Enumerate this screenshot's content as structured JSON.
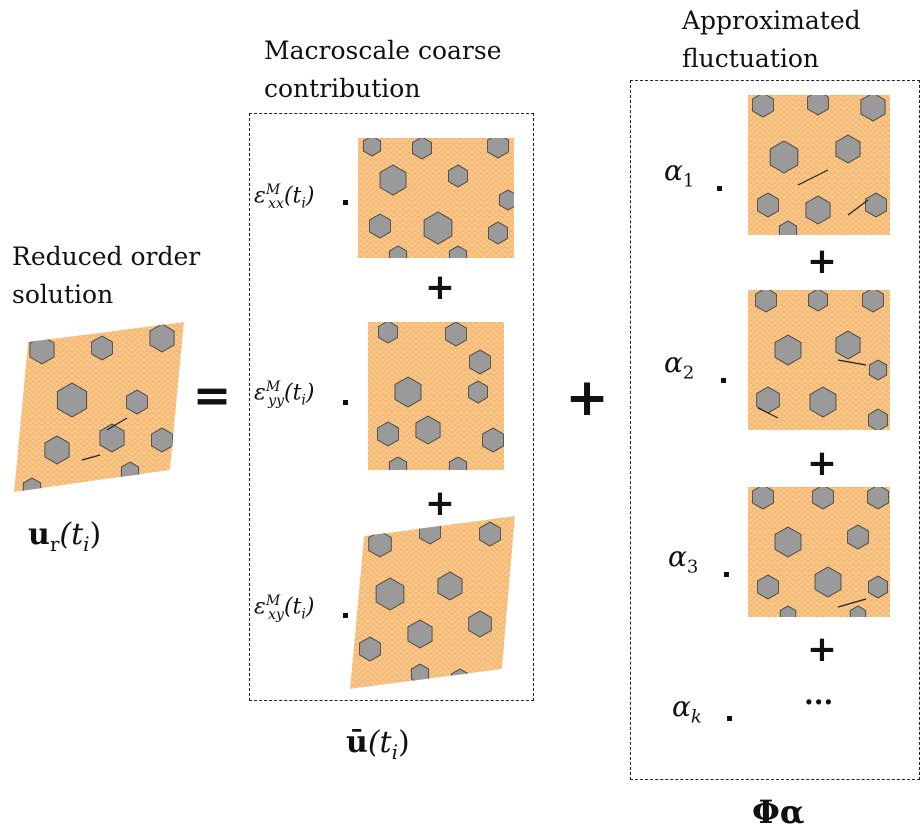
{
  "reduced": {
    "caption_line1": "Reduced order",
    "caption_line2": "solution",
    "symbol": "u",
    "symbol_sub": "r",
    "symbol_arg": "(t",
    "symbol_arg_sub": "i",
    "symbol_close": ")"
  },
  "macro": {
    "caption_line1": "Macroscale coarse",
    "caption_line2": "contribution",
    "terms": [
      {
        "base": "ε",
        "sup": "M",
        "sub": "xx",
        "arg": "(t",
        "arg_sub": "i",
        "close": ")"
      },
      {
        "base": "ε",
        "sup": "M",
        "sub": "yy",
        "arg": "(t",
        "arg_sub": "i",
        "close": ")"
      },
      {
        "base": "ε",
        "sup": "M",
        "sub": "xy",
        "arg": "(t",
        "arg_sub": "i",
        "close": ")"
      }
    ],
    "symbol": "ū",
    "symbol_arg": "(t",
    "symbol_arg_sub": "i",
    "symbol_close": ")"
  },
  "fluct": {
    "caption_line1": "Approximated",
    "caption_line2": "fluctuation",
    "coeffs": [
      {
        "base": "α",
        "sub": "1"
      },
      {
        "base": "α",
        "sub": "2"
      },
      {
        "base": "α",
        "sub": "3"
      },
      {
        "base": "α",
        "sub": "k"
      }
    ],
    "ellipsis": "...",
    "symbol": "Φα"
  },
  "operators": {
    "equals": "=",
    "plus": "+"
  },
  "colors": {
    "matrix": "#f9c98f",
    "matrix_line": "#f1a24a",
    "inclusion": "#9a9a9a",
    "inclusion_edge": "#3a3a3a",
    "box_border": "#222222"
  }
}
